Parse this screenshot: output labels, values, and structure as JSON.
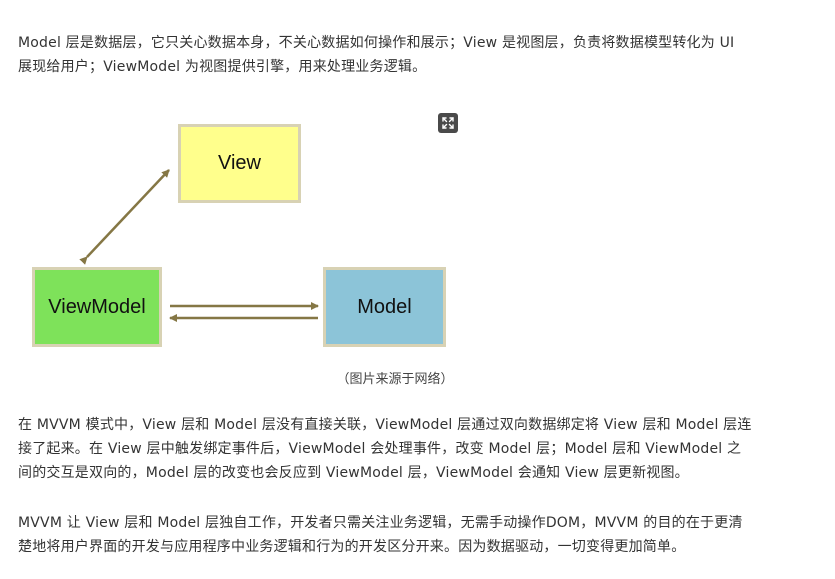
{
  "intro": {
    "line1": "Model 层是数据层，它只关心数据本身，不关心数据如何操作和展示；View 是视图层，负责将数据模型转化为 UI",
    "line2": "展现给用户；ViewModel 为视图提供引擎，用来处理业务逻辑。"
  },
  "diagram": {
    "view_label": "View",
    "viewmodel_label": "ViewModel",
    "model_label": "Model",
    "view_color": "#ffff8c",
    "viewmodel_color": "#7ee25a",
    "model_color": "#8cc4d8",
    "arrow_color": "#857745",
    "expand_icon": "expand-icon",
    "caption": "（图片来源于网络）"
  },
  "para2": {
    "line1": "在 MVVM 模式中，View 层和 Model 层没有直接关联，ViewModel 层通过双向数据绑定将 View 层和 Model 层连",
    "line2": "接了起来。在 View 层中触发绑定事件后，ViewModel 会处理事件，改变 Model 层；Model 层和 ViewModel 之",
    "line3": "间的交互是双向的，Model 层的改变也会反应到 ViewModel 层，ViewModel 会通知 View 层更新视图。"
  },
  "para3": {
    "line1": "MVVM 让 View 层和 Model 层独自工作，开发者只需关注业务逻辑，无需手动操作DOM，MVVM 的目的在于更清",
    "line2": "楚地将用户界面的开发与应用程序中业务逻辑和行为的开发区分开来。因为数据驱动，一切变得更加简单。"
  }
}
